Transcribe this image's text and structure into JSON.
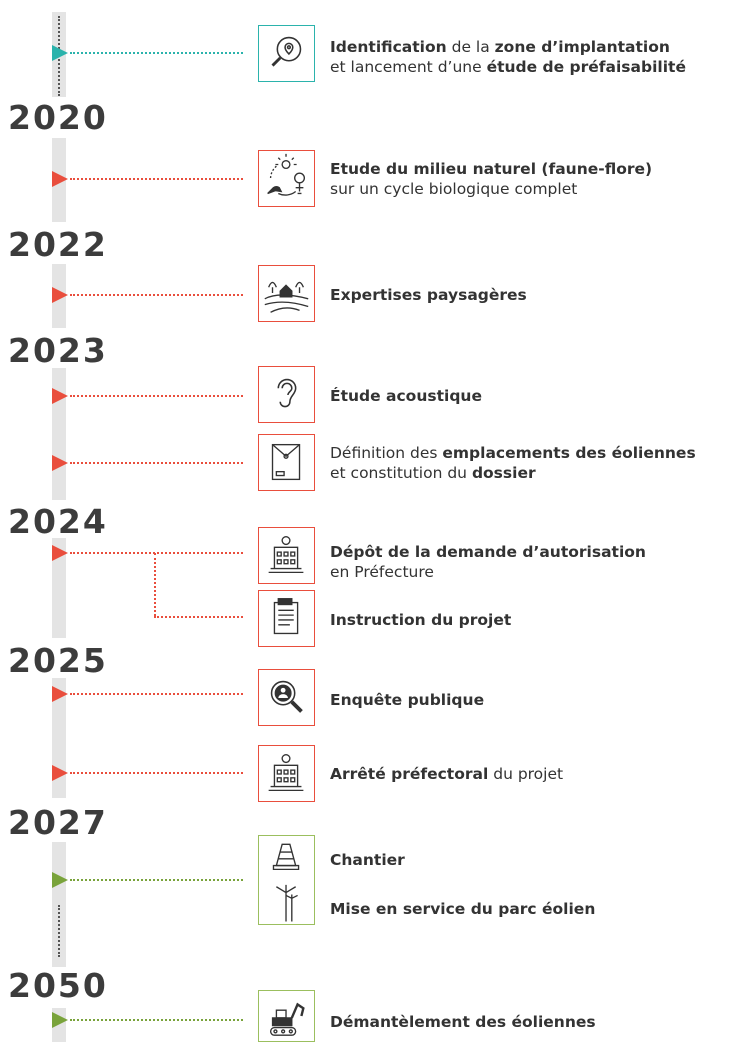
{
  "years": [
    "2020",
    "2022",
    "2023",
    "2024",
    "2025",
    "2027",
    "2050"
  ],
  "steps": {
    "s1": {
      "line1": [
        {
          "t": "Identification",
          "b": true
        },
        {
          "t": " de la ",
          "b": false
        },
        {
          "t": "zone d’implantation",
          "b": true
        }
      ],
      "line2": [
        {
          "t": "et lancement d’une ",
          "b": false
        },
        {
          "t": "étude de préfaisabilité",
          "b": true
        }
      ],
      "icon": "magnifier-location-icon"
    },
    "s2": {
      "line1": [
        {
          "t": "Etude du milieu naturel (faune-flore)",
          "b": true
        }
      ],
      "line2": [
        {
          "t": "sur un cycle biologique complet",
          "b": false
        }
      ],
      "icon": "nature-cycle-icon"
    },
    "s3": {
      "line1": [
        {
          "t": "Expertises paysagères",
          "b": true
        }
      ],
      "icon": "landscape-icon"
    },
    "s4": {
      "line1": [
        {
          "t": "Étude acoustique",
          "b": true
        }
      ],
      "icon": "ear-icon"
    },
    "s5": {
      "line1": [
        {
          "t": "Définition des ",
          "b": false
        },
        {
          "t": "emplacements des éoliennes",
          "b": true
        }
      ],
      "line2": [
        {
          "t": "et constitution du ",
          "b": false
        },
        {
          "t": "dossier",
          "b": true
        }
      ],
      "icon": "folder-icon"
    },
    "s6": {
      "line1": [
        {
          "t": "Dépôt de la demande d’autorisation",
          "b": true
        }
      ],
      "line2": [
        {
          "t": "en Préfecture",
          "b": false
        }
      ],
      "icon": "prefecture-building-icon"
    },
    "s7": {
      "line1": [
        {
          "t": "Instruction du projet",
          "b": true
        }
      ],
      "icon": "document-icon"
    },
    "s8": {
      "line1": [
        {
          "t": "Enquête publique",
          "b": true
        }
      ],
      "icon": "person-magnifier-icon"
    },
    "s9": {
      "line1": [
        {
          "t": "Arrêté préfectoral",
          "b": true
        },
        {
          "t": " du projet",
          "b": false
        }
      ],
      "icon": "prefecture-building-icon"
    },
    "s10": {
      "line1": [
        {
          "t": "Chantier",
          "b": true
        }
      ],
      "icon": "traffic-cone-icon"
    },
    "s11": {
      "line1": [
        {
          "t": "Mise en service du parc éolien",
          "b": true
        }
      ],
      "icon": "wind-turbine-icon"
    },
    "s12": {
      "line1": [
        {
          "t": "Démantèlement des éoliennes",
          "b": true
        }
      ],
      "icon": "excavator-icon"
    }
  },
  "colors": {
    "red": "#e94e3d",
    "teal": "#2bb3ac",
    "green": "#79a33b",
    "year": "#3c3c3c"
  }
}
